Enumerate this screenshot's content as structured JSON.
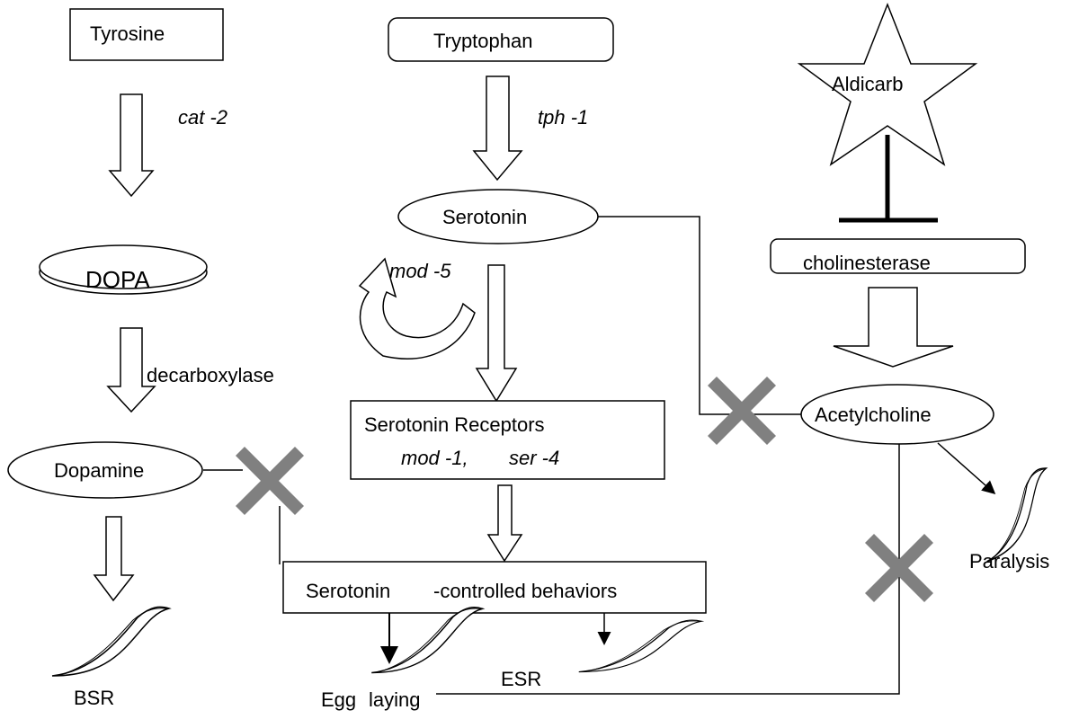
{
  "nodes": {
    "tyrosine": "Tyrosine",
    "tryptophan": "Tryptophan",
    "aldicarb": "Aldicarb",
    "dopa": "DOPA",
    "serotonin": "Serotonin",
    "cholinesterase": "cholinesterase",
    "dopamine": "Dopamine",
    "receptors_title": "Serotonin Receptors",
    "receptors_genes_a": "mod -1,",
    "receptors_genes_b": "ser -4",
    "acetylcholine": "Acetylcholine",
    "behaviors_a": "Serotonin",
    "behaviors_b": "-controlled behaviors"
  },
  "genes": {
    "cat2": "cat -2",
    "tph1": "tph -1",
    "mod5": "mod -5",
    "decarboxylase": "decarboxylase"
  },
  "outcomes": {
    "bsr": "BSR",
    "egg": "Egg",
    "laying": "laying",
    "esr": "ESR",
    "paralysis": "Paralysis"
  },
  "colors": {
    "stroke": "#000000",
    "block_x": "#808080",
    "background": "#ffffff"
  }
}
